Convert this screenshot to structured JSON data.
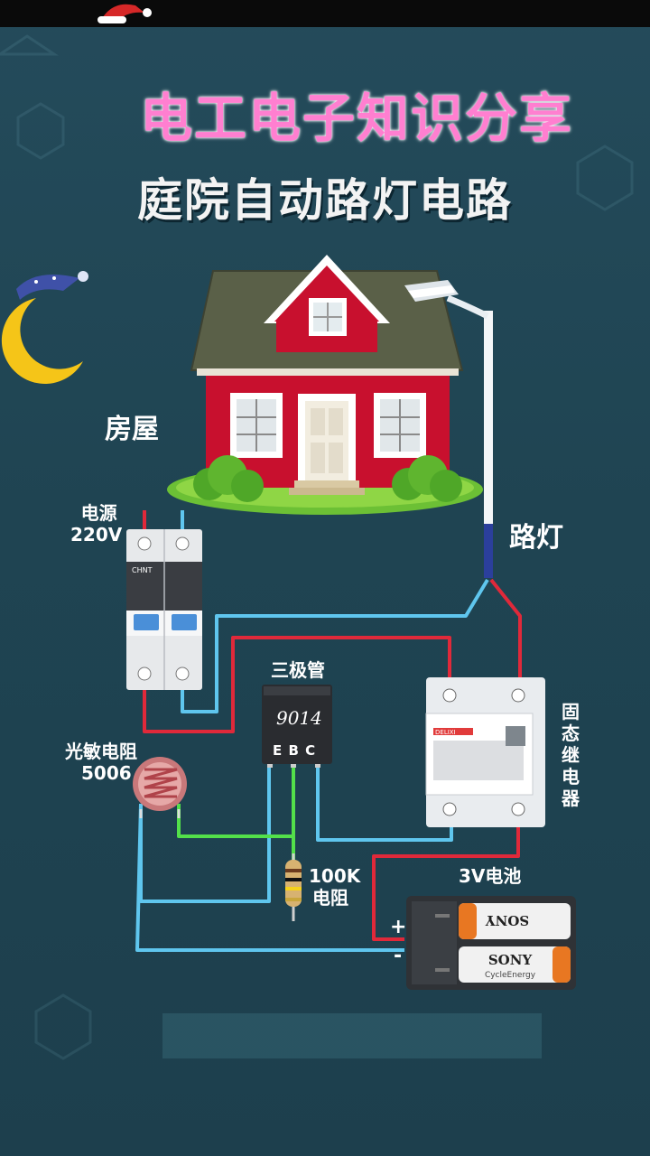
{
  "header": {
    "title": "电工电子知识分享",
    "subtitle": "庭院自动路灯电路"
  },
  "labels": {
    "house": "房屋",
    "power_line1": "电源",
    "power_line2": "220V",
    "street_light": "路灯",
    "transistor": "三极管",
    "transistor_model": "9014",
    "transistor_pins": "E B C",
    "photoresistor_line1": "光敏电阻",
    "photoresistor_line2": "5006",
    "ssr": "固态继电器",
    "resistor_line1": "100K",
    "resistor_line2": "电阻",
    "battery": "3V电池",
    "plus": "+",
    "minus": "-"
  },
  "brands": {
    "breaker": "CHNT",
    "relay": "DELIXI",
    "battery_top": "SONY",
    "battery_bottom": "SONY",
    "battery_sub": "CycleEnergy"
  },
  "colors": {
    "background": "#214958",
    "title_pink": "#ff7fd0",
    "wire_red": "#e0293a",
    "wire_blue": "#5fc6ee",
    "wire_green": "#53e04a",
    "house_red": "#c8102e"
  }
}
